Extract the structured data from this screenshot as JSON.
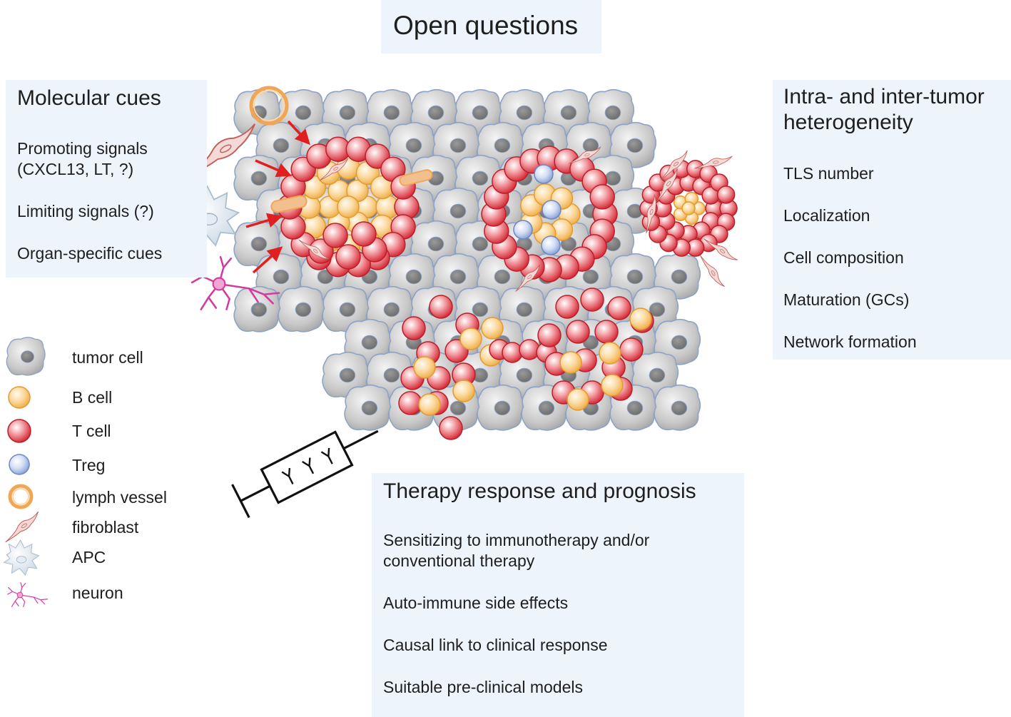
{
  "title": "Open questions",
  "molecular_cues": {
    "heading": "Molecular cues",
    "items": [
      "Promoting signals\n(CXCL13, LT, ?)",
      "Limiting signals (?)",
      "Organ-specific cues"
    ]
  },
  "heterogeneity": {
    "heading": "Intra- and inter-tumor heterogeneity",
    "items": [
      "TLS number",
      "Localization",
      "Cell composition",
      "Maturation (GCs)",
      "Network formation"
    ]
  },
  "therapy": {
    "heading": "Therapy response and prognosis",
    "items": [
      "Sensitizing to immunotherapy and/or conventional therapy",
      "Auto-immune side effects",
      "Causal link to clinical response",
      "Suitable pre-clinical models"
    ]
  },
  "legend": [
    {
      "label": "tumor cell",
      "icon": "tumor-cell-icon"
    },
    {
      "label": "B cell",
      "icon": "b-cell-icon"
    },
    {
      "label": "T cell",
      "icon": "t-cell-icon"
    },
    {
      "label": "Treg",
      "icon": "treg-icon"
    },
    {
      "label": "lymph vessel",
      "icon": "lymph-vessel-icon"
    },
    {
      "label": "fibroblast",
      "icon": "fibroblast-icon"
    },
    {
      "label": "APC",
      "icon": "apc-icon"
    },
    {
      "label": "neuron",
      "icon": "neuron-icon"
    }
  ],
  "colors": {
    "box_fill": "#edf4fb",
    "tumor_cell": "#c9c9c9",
    "tumor_outline": "#8da2c7",
    "b_cell": "#f7c77a",
    "t_cell": "#e23a44",
    "treg": "#b9c9ea",
    "lymph_vessel": "#f0a654",
    "fibroblast": "#c0605a",
    "apc": "#dfe8f0",
    "neuron": "#d43a9e",
    "arrow": "#e02020"
  }
}
